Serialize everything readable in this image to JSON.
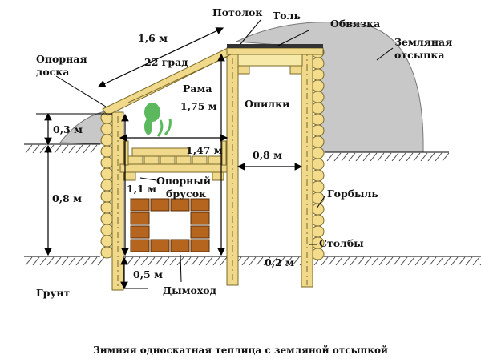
{
  "title": "Зимняя односкатная теплица с земляной отсыпкой",
  "labels": {
    "ceiling": "Потолок",
    "roofing_felt": "Толь",
    "binding": "Обвязка",
    "earth_fill": "Земляная отсыпка",
    "earth_fill_l1": "Земляная",
    "earth_fill_l2": "отсыпка",
    "support_board_l1": "Опорная",
    "support_board_l2": "доска",
    "frame": "Рама",
    "sawdust": "Опилки",
    "support_bar_l1": "Опорный",
    "support_bar_l2": "брусок",
    "slab": "Горбыль",
    "posts": "Столбы",
    "soil": "Грунт",
    "chimney": "Дымоход"
  },
  "dimensions": {
    "roof_length": "1,6 м",
    "roof_angle": "22 град",
    "height_inner": "1,75 м",
    "above_ground": "0,3 м",
    "shelf_width": "1,47 м",
    "passage_width": "0,8 м",
    "depth": "0,8 м",
    "shelf_height": "1,1 м",
    "post_depth": "0,5 м",
    "post_gap": "0,2 м"
  },
  "colors": {
    "wood": "#f0d98a",
    "brick": "#b5651d",
    "mound": "#c8c8c8",
    "plant": "#5cb85c"
  }
}
